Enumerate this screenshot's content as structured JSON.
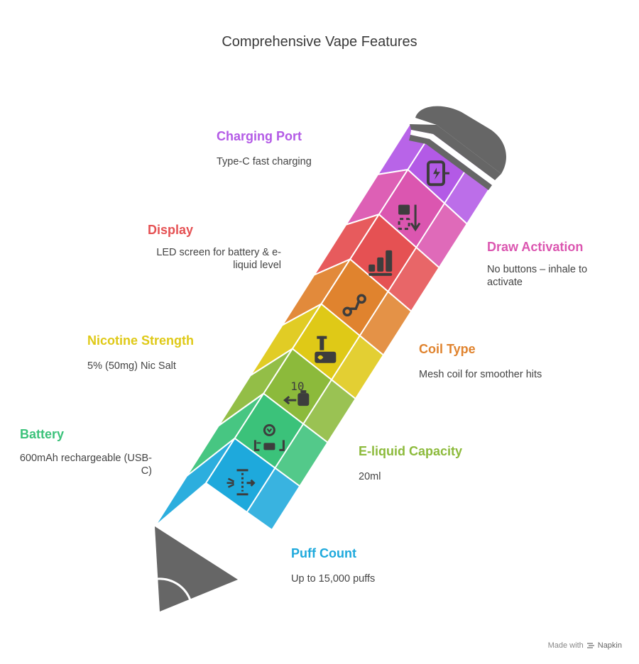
{
  "title": "Comprehensive Vape Features",
  "features": [
    {
      "id": "charging-port",
      "title": "Charging Port",
      "desc": "Type-C fast charging",
      "color": "#b35ae6",
      "icon": "phone-charging-icon"
    },
    {
      "id": "draw-activation",
      "title": "Draw Activation",
      "desc": "No buttons – inhale to activate",
      "color": "#db56b0",
      "icon": "tap-select-icon"
    },
    {
      "id": "display",
      "title": "Display",
      "desc": "LED screen for battery & e-liquid level",
      "color": "#e55153",
      "icon": "level-bars-icon"
    },
    {
      "id": "coil-type",
      "title": "Coil Type",
      "desc": "Mesh coil for smoother hits",
      "color": "#e0832e",
      "icon": "coil-link-icon"
    },
    {
      "id": "nicotine-strength",
      "title": "Nicotine Strength",
      "desc": "5% (50mg) Nic Salt",
      "color": "#dfc917",
      "icon": "dropper-tank-icon"
    },
    {
      "id": "e-liquid-capacity",
      "title": "E-liquid Capacity",
      "desc": "20ml",
      "color": "#8cba3b",
      "icon": "capacity-battery-icon"
    },
    {
      "id": "battery",
      "title": "Battery",
      "desc": "600mAh rechargeable (USB-C)",
      "color": "#3bc27a",
      "icon": "battery-charge-icon"
    },
    {
      "id": "puff-count",
      "title": "Puff Count",
      "desc": "Up to 15,000 puffs",
      "color": "#1ea9dc",
      "icon": "puff-spray-icon"
    }
  ],
  "icon_digits": "10",
  "footer": {
    "made_with": "Made with",
    "brand": "Napkin"
  }
}
